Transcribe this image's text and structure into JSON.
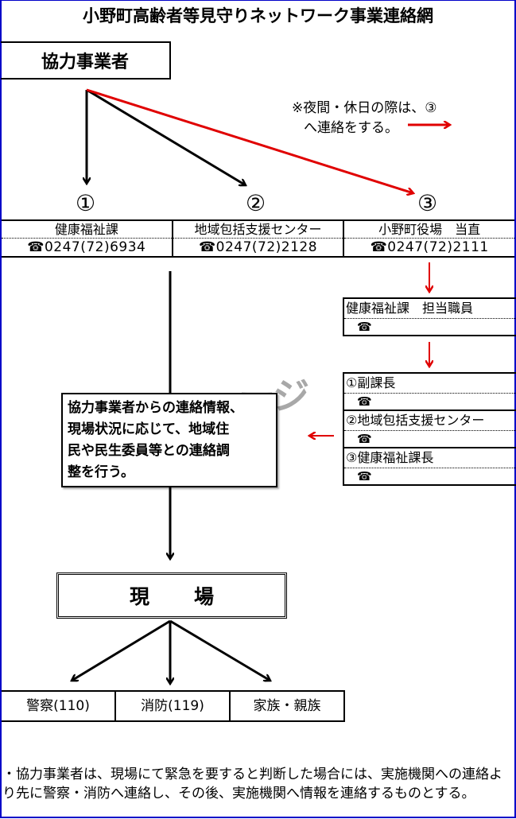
{
  "title": "小野町高齢者等見守りネットワーク事業連絡網",
  "origin_box": {
    "label": "協力事業者"
  },
  "night_note": {
    "line1": "※夜間・休日の際は、③",
    "line2": "へ連絡をする。"
  },
  "primary_contacts": [
    {
      "number_mark": "①",
      "name": "健康福祉課",
      "phone_icon": "telephone-icon",
      "phone_glyph": "☎",
      "phone": "0247(72)6934"
    },
    {
      "number_mark": "②",
      "name": "地域包括支援センター",
      "phone_icon": "telephone-icon",
      "phone_glyph": "☎",
      "phone": "0247(72)2128"
    },
    {
      "number_mark": "③",
      "name": "小野町役場　当直",
      "phone_icon": "telephone-icon",
      "phone_glyph": "☎",
      "phone": "0247(72)2111"
    }
  ],
  "staff_box": {
    "label": "健康福祉課　担当職員",
    "phone_glyph": "☎",
    "phone": ""
  },
  "escalation_contacts": [
    {
      "label": "①副課長",
      "phone_glyph": "☎",
      "phone": ""
    },
    {
      "label": "②地域包括支援センター",
      "phone_glyph": "☎",
      "phone": ""
    },
    {
      "label": "③健康福祉課長",
      "phone_glyph": "☎",
      "phone": ""
    }
  ],
  "coordination_box": {
    "text_lines": [
      "協力事業者からの連絡情報、",
      "現場状況に応じて、地域住",
      "民や民生委員等との連絡調",
      "整を行う。"
    ]
  },
  "watermark": "ージ",
  "site_box": {
    "label_parts": [
      "現",
      "場"
    ]
  },
  "emergency_contacts": [
    {
      "label": "警察(110)"
    },
    {
      "label": "消防(119)"
    },
    {
      "label": "家族・親族"
    }
  ],
  "footer_note": "・協力事業者は、現場にて緊急を要すると判断した場合には、実施機関への連絡より先に警察・消防へ連絡し、その後、実施機関へ情報を連絡するものとする。",
  "colors": {
    "frame": "#0000c8",
    "night_route": "#e00000",
    "line": "#000000"
  }
}
